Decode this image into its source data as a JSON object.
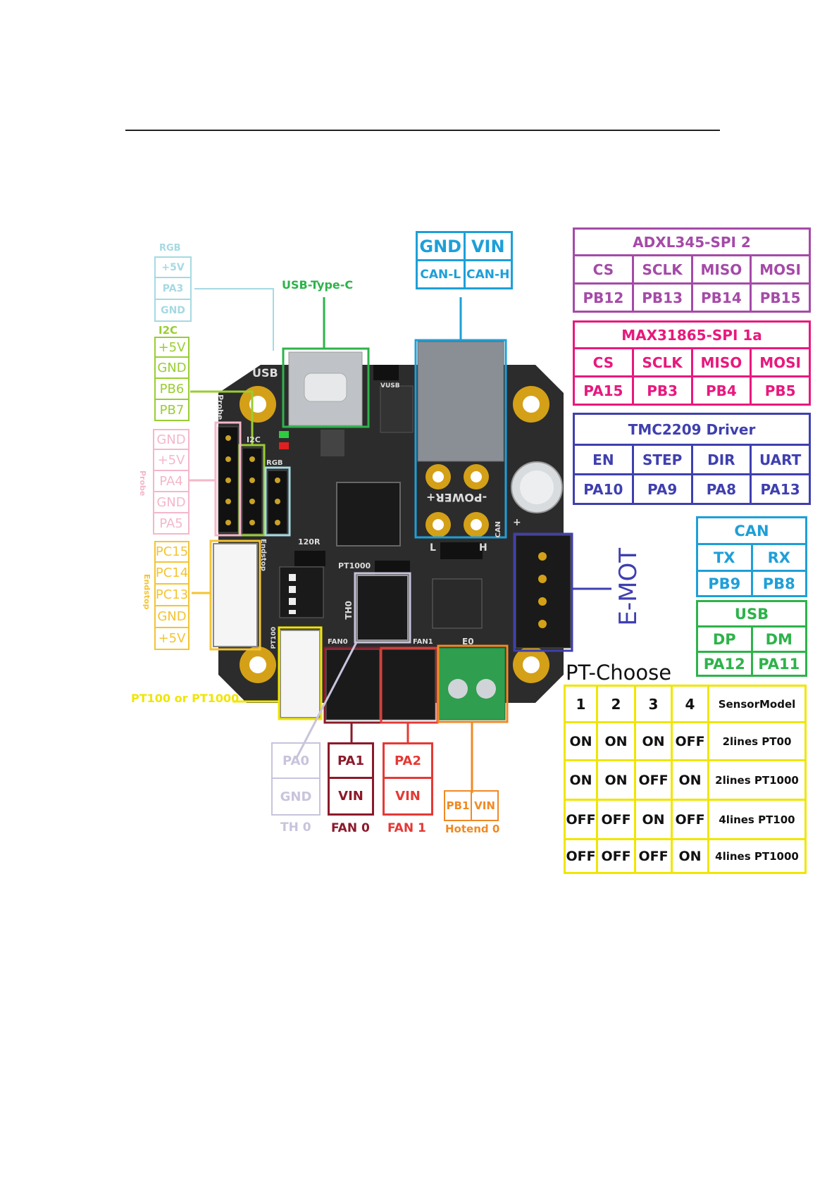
{
  "rgb": {
    "title": "RGB",
    "pins": [
      "+5V",
      "PA3",
      "GND"
    ],
    "color": "#a6d9e3"
  },
  "i2c": {
    "title": "I2C",
    "pins": [
      "+5V",
      "GND",
      "PB6",
      "PB7"
    ],
    "color": "#9acd32"
  },
  "probe": {
    "title": "Probe",
    "pins": [
      "GND",
      "+5V",
      "PA4",
      "GND",
      "PA5"
    ],
    "color": "#f4b7c9"
  },
  "endstop": {
    "title": "Endstop",
    "pins": [
      "PC15",
      "PC14",
      "PC13",
      "GND",
      "+5V"
    ],
    "color": "#f3c433"
  },
  "usb_type_c": {
    "label": "USB-Type-C",
    "color": "#2db34a"
  },
  "power": {
    "cells": [
      "GND",
      "VIN",
      "CAN-L",
      "CAN-H"
    ],
    "color": "#1e9fd8"
  },
  "adxl": {
    "title": "ADXL345-SPI 2",
    "headers": [
      "CS",
      "SCLK",
      "MISO",
      "MOSI"
    ],
    "pins": [
      "PB12",
      "PB13",
      "PB14",
      "PB15"
    ],
    "color": "#a54aa8"
  },
  "max": {
    "title": "MAX31865-SPI 1a",
    "headers": [
      "CS",
      "SCLK",
      "MISO",
      "MOSI"
    ],
    "pins": [
      "PA15",
      "PB3",
      "PB4",
      "PB5"
    ],
    "color": "#e8197d"
  },
  "tmc": {
    "title": "TMC2209 Driver",
    "headers": [
      "EN",
      "STEP",
      "DIR",
      "UART"
    ],
    "pins": [
      "PA10",
      "PA9",
      "PA8",
      "PA13"
    ],
    "color": "#3f3fb0"
  },
  "can": {
    "title": "CAN",
    "headers": [
      "TX",
      "RX"
    ],
    "pins": [
      "PB9",
      "PB8"
    ],
    "color": "#1e9fd8"
  },
  "usb": {
    "title": "USB",
    "headers": [
      "DP",
      "DM"
    ],
    "pins": [
      "PA12",
      "PA11"
    ],
    "color": "#2db34a"
  },
  "emot": {
    "label": "E-MOT",
    "color": "#3f3fb0"
  },
  "pt_label": {
    "text": "PT100 or PT1000",
    "color": "#f0e600"
  },
  "th0": {
    "pins": [
      "PA0",
      "GND"
    ],
    "caption": "TH 0",
    "color": "#c9c3dc"
  },
  "fan0": {
    "pins": [
      "PA1",
      "VIN"
    ],
    "caption": "FAN 0",
    "color": "#8b1a2a"
  },
  "fan1": {
    "pins": [
      "PA2",
      "VIN"
    ],
    "caption": "FAN 1",
    "color": "#e53935"
  },
  "hotend": {
    "pins": [
      "PB1",
      "VIN"
    ],
    "caption": "Hotend 0",
    "color": "#f08a24"
  },
  "pt_choose": {
    "title": "PT-Choose",
    "headers": [
      "1",
      "2",
      "3",
      "4",
      "SensorModel"
    ],
    "rows": [
      [
        "ON",
        "ON",
        "ON",
        "OFF",
        "2lines PT00"
      ],
      [
        "ON",
        "ON",
        "OFF",
        "ON",
        "2lines PT1000"
      ],
      [
        "OFF",
        "OFF",
        "ON",
        "OFF",
        "4lines PT100"
      ],
      [
        "OFF",
        "OFF",
        "OFF",
        "ON",
        "4lines PT1000"
      ]
    ],
    "color": "#f0e600"
  },
  "board_silk": {
    "usb": "USB",
    "vusb": "VUSB",
    "probe": "Probe",
    "i2c": "I2C",
    "rgb": "RGB",
    "endstop": "Endstop",
    "r120": "120R",
    "pt1000": "PT1000",
    "th0": "TH0",
    "pt100": "PT100",
    "fan0": "FAN0",
    "fan1": "FAN1",
    "e0": "E0",
    "power": "-POWER+",
    "can": "CAN",
    "l": "L",
    "h": "H",
    "plus": "+"
  }
}
